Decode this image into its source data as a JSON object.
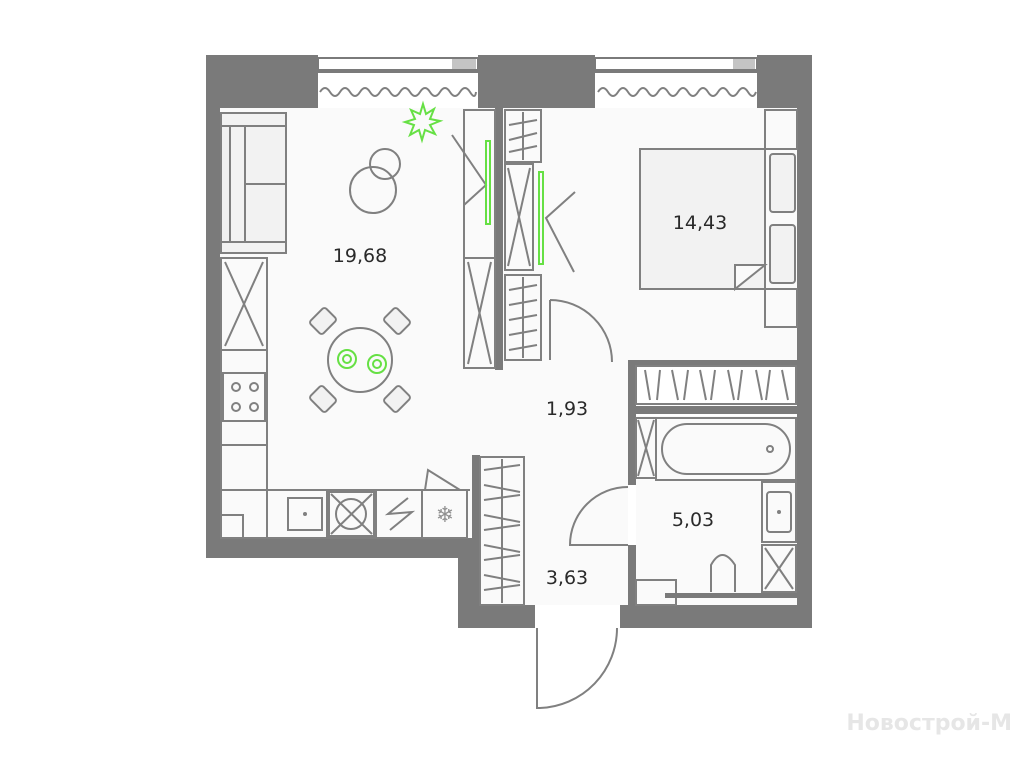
{
  "plan": {
    "rooms": [
      {
        "id": "living-kitchen",
        "area": "19,68"
      },
      {
        "id": "bedroom",
        "area": "14,43"
      },
      {
        "id": "hallway",
        "area": "1,93"
      },
      {
        "id": "bathroom",
        "area": "5,03"
      },
      {
        "id": "entrance",
        "area": "3,63"
      }
    ],
    "watermark": "Новострой-М",
    "colors": {
      "wall": "#7a7a7a",
      "accent": "#66e044",
      "line": "#808080"
    }
  }
}
